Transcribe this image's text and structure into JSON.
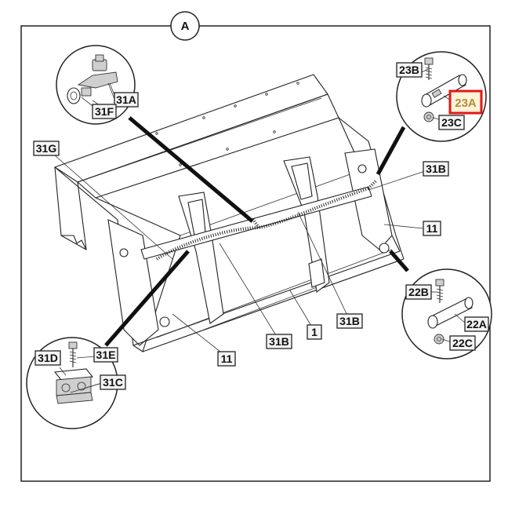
{
  "section_label": "A",
  "labels": {
    "l_31A": "31A",
    "l_31F": "31F",
    "l_31G": "31G",
    "l_23B": "23B",
    "l_23A": "23A",
    "l_23C": "23C",
    "l_31B_top": "31B",
    "l_11_right": "11",
    "l_22B": "22B",
    "l_22A": "22A",
    "l_22C": "22C",
    "l_31B_mid": "31B",
    "l_31B_low": "31B",
    "l_1": "1",
    "l_11_low": "11",
    "l_31D": "31D",
    "l_31E": "31E",
    "l_31C": "31C"
  },
  "highlighted_label": "23A",
  "colors": {
    "highlight_border": "#e01818",
    "highlight_text": "#b58a3a",
    "line": "#222222"
  }
}
